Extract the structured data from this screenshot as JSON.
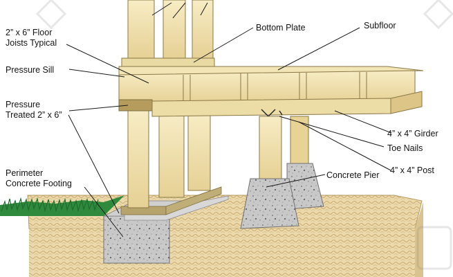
{
  "labels": {
    "floor_joists": "2” x 6” Floor\nJoists Typical",
    "bottom_plate": "Bottom Plate",
    "subfloor": "Subfloor",
    "pressure_sill": "Pressure Sill",
    "pressure_treated": "Pressure\nTreated 2” x 6”",
    "girder": "4” x 4” Girder",
    "toe_nails": "Toe Nails",
    "post": "4” x 4” Post",
    "concrete_pier": "Concrete Pier",
    "perimeter_footing": "Perimeter\nConcrete Footing"
  },
  "colors": {
    "lumber": "#f3e6b3",
    "lumber_dark": "#dcc587",
    "soil": "#ead7a8",
    "concrete": "#c4c4c4",
    "grass": "#2f8a3e",
    "foil": "#d6d6d6"
  },
  "icons": [
    "watermark-logo-icon"
  ]
}
